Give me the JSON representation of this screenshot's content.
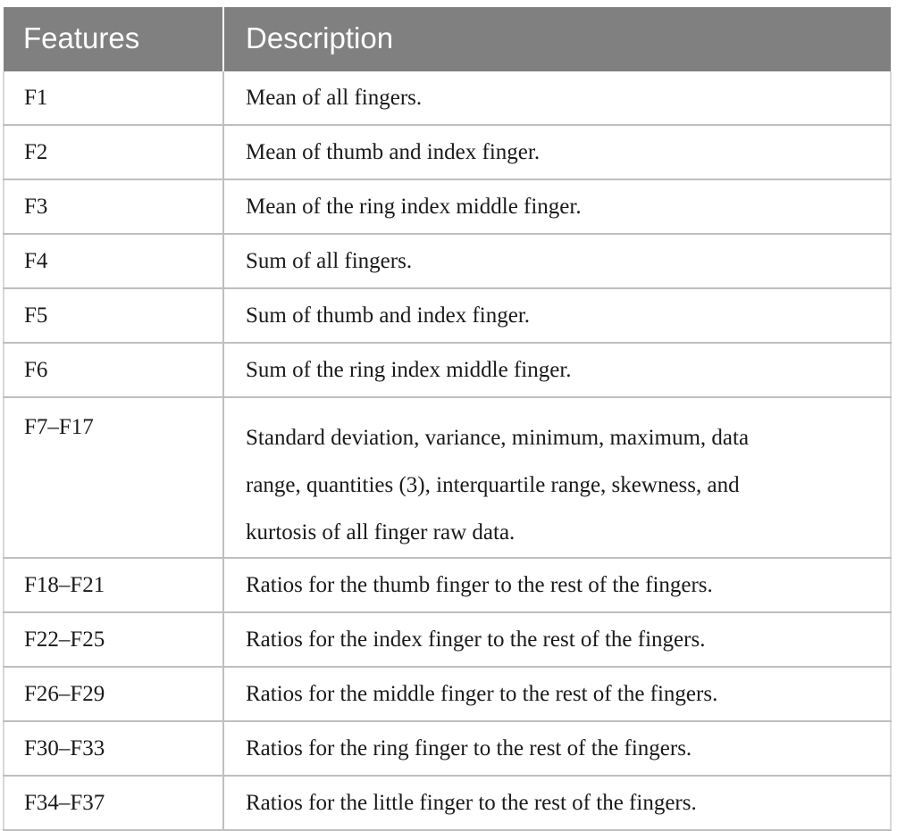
{
  "table": {
    "columns": {
      "features": "Features",
      "description": "Description"
    },
    "rows": [
      {
        "feature": "F1",
        "description": "Mean of all fingers."
      },
      {
        "feature": "F2",
        "description": "Mean of thumb and index finger."
      },
      {
        "feature": "F3",
        "description": "Mean of the ring index middle finger."
      },
      {
        "feature": "F4",
        "description": "Sum of all fingers."
      },
      {
        "feature": "F5",
        "description": "Sum of thumb and index finger."
      },
      {
        "feature": "F6",
        "description": "Sum of the ring index middle finger."
      },
      {
        "feature": "F7–F17",
        "description": "Standard deviation, variance, minimum, maximum, data range, quantities (3), interquartile range, skewness, and kurtosis of all finger raw data.",
        "description_lines": [
          "Standard deviation, variance, minimum, maximum, data",
          "range, quantities (3), interquartile range, skewness, and",
          "kurtosis of all finger raw data."
        ]
      },
      {
        "feature": "F18–F21",
        "description": "Ratios for the thumb finger to the rest of the fingers."
      },
      {
        "feature": "F22–F25",
        "description": "Ratios for the index finger to the rest of the fingers."
      },
      {
        "feature": "F26–F29",
        "description": "Ratios for the middle finger to the rest of the fingers."
      },
      {
        "feature": "F30–F33",
        "description": "Ratios for the ring finger to the rest of the fingers."
      },
      {
        "feature": "F34–F37",
        "description": "Ratios for the little finger to the rest of the fingers."
      }
    ]
  },
  "colors": {
    "header_background": "#808080",
    "header_text": "#ffffff",
    "body_text": "#1a1a1a",
    "grid_line": "#bfbfbf",
    "page_background": "#ffffff"
  }
}
